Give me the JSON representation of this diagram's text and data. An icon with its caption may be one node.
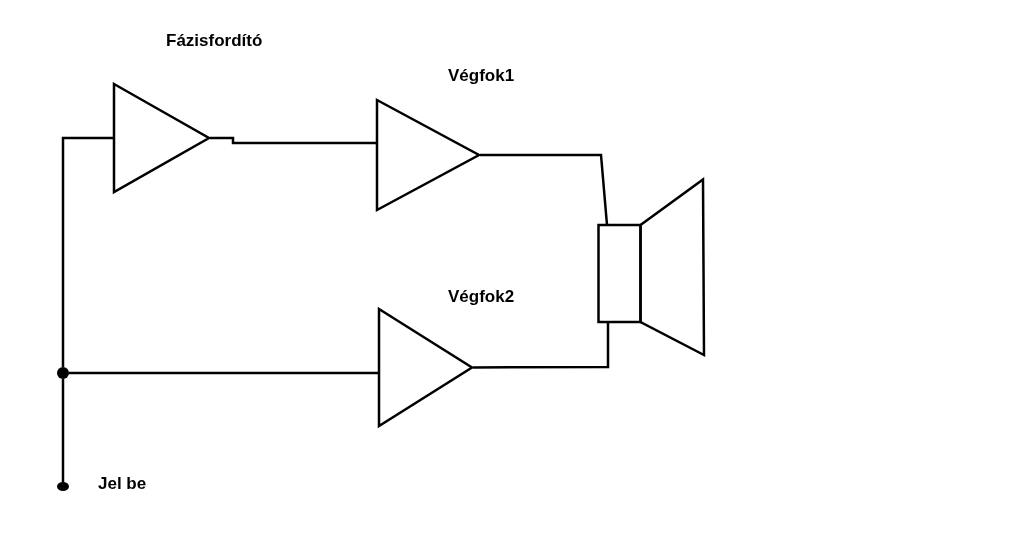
{
  "diagram": {
    "nodes": [
      {
        "text": [
          "Fázisfordító"
        ]
      },
      {
        "text": [
          "Végfok1"
        ]
      },
      {
        "text": [
          "Végfok2"
        ]
      },
      {
        "text": [],
        "shape": "speaker"
      },
      {
        "text": [
          "Jel be"
        ]
      },
      {
        "text": [],
        "shape": "circle"
      }
    ],
    "edges": [
      {
        "from": 4,
        "to": 5,
        "arrow": "none"
      },
      {
        "from": 5,
        "to": 0,
        "arrow": "none"
      },
      {
        "from": 5,
        "to": 2,
        "arrow": "none"
      },
      {
        "from": 0,
        "to": 1,
        "arrow": "none"
      },
      {
        "from": 1,
        "to": 3,
        "arrow": "none"
      },
      {
        "from": 2,
        "to": 3,
        "arrow": "none"
      }
    ]
  }
}
